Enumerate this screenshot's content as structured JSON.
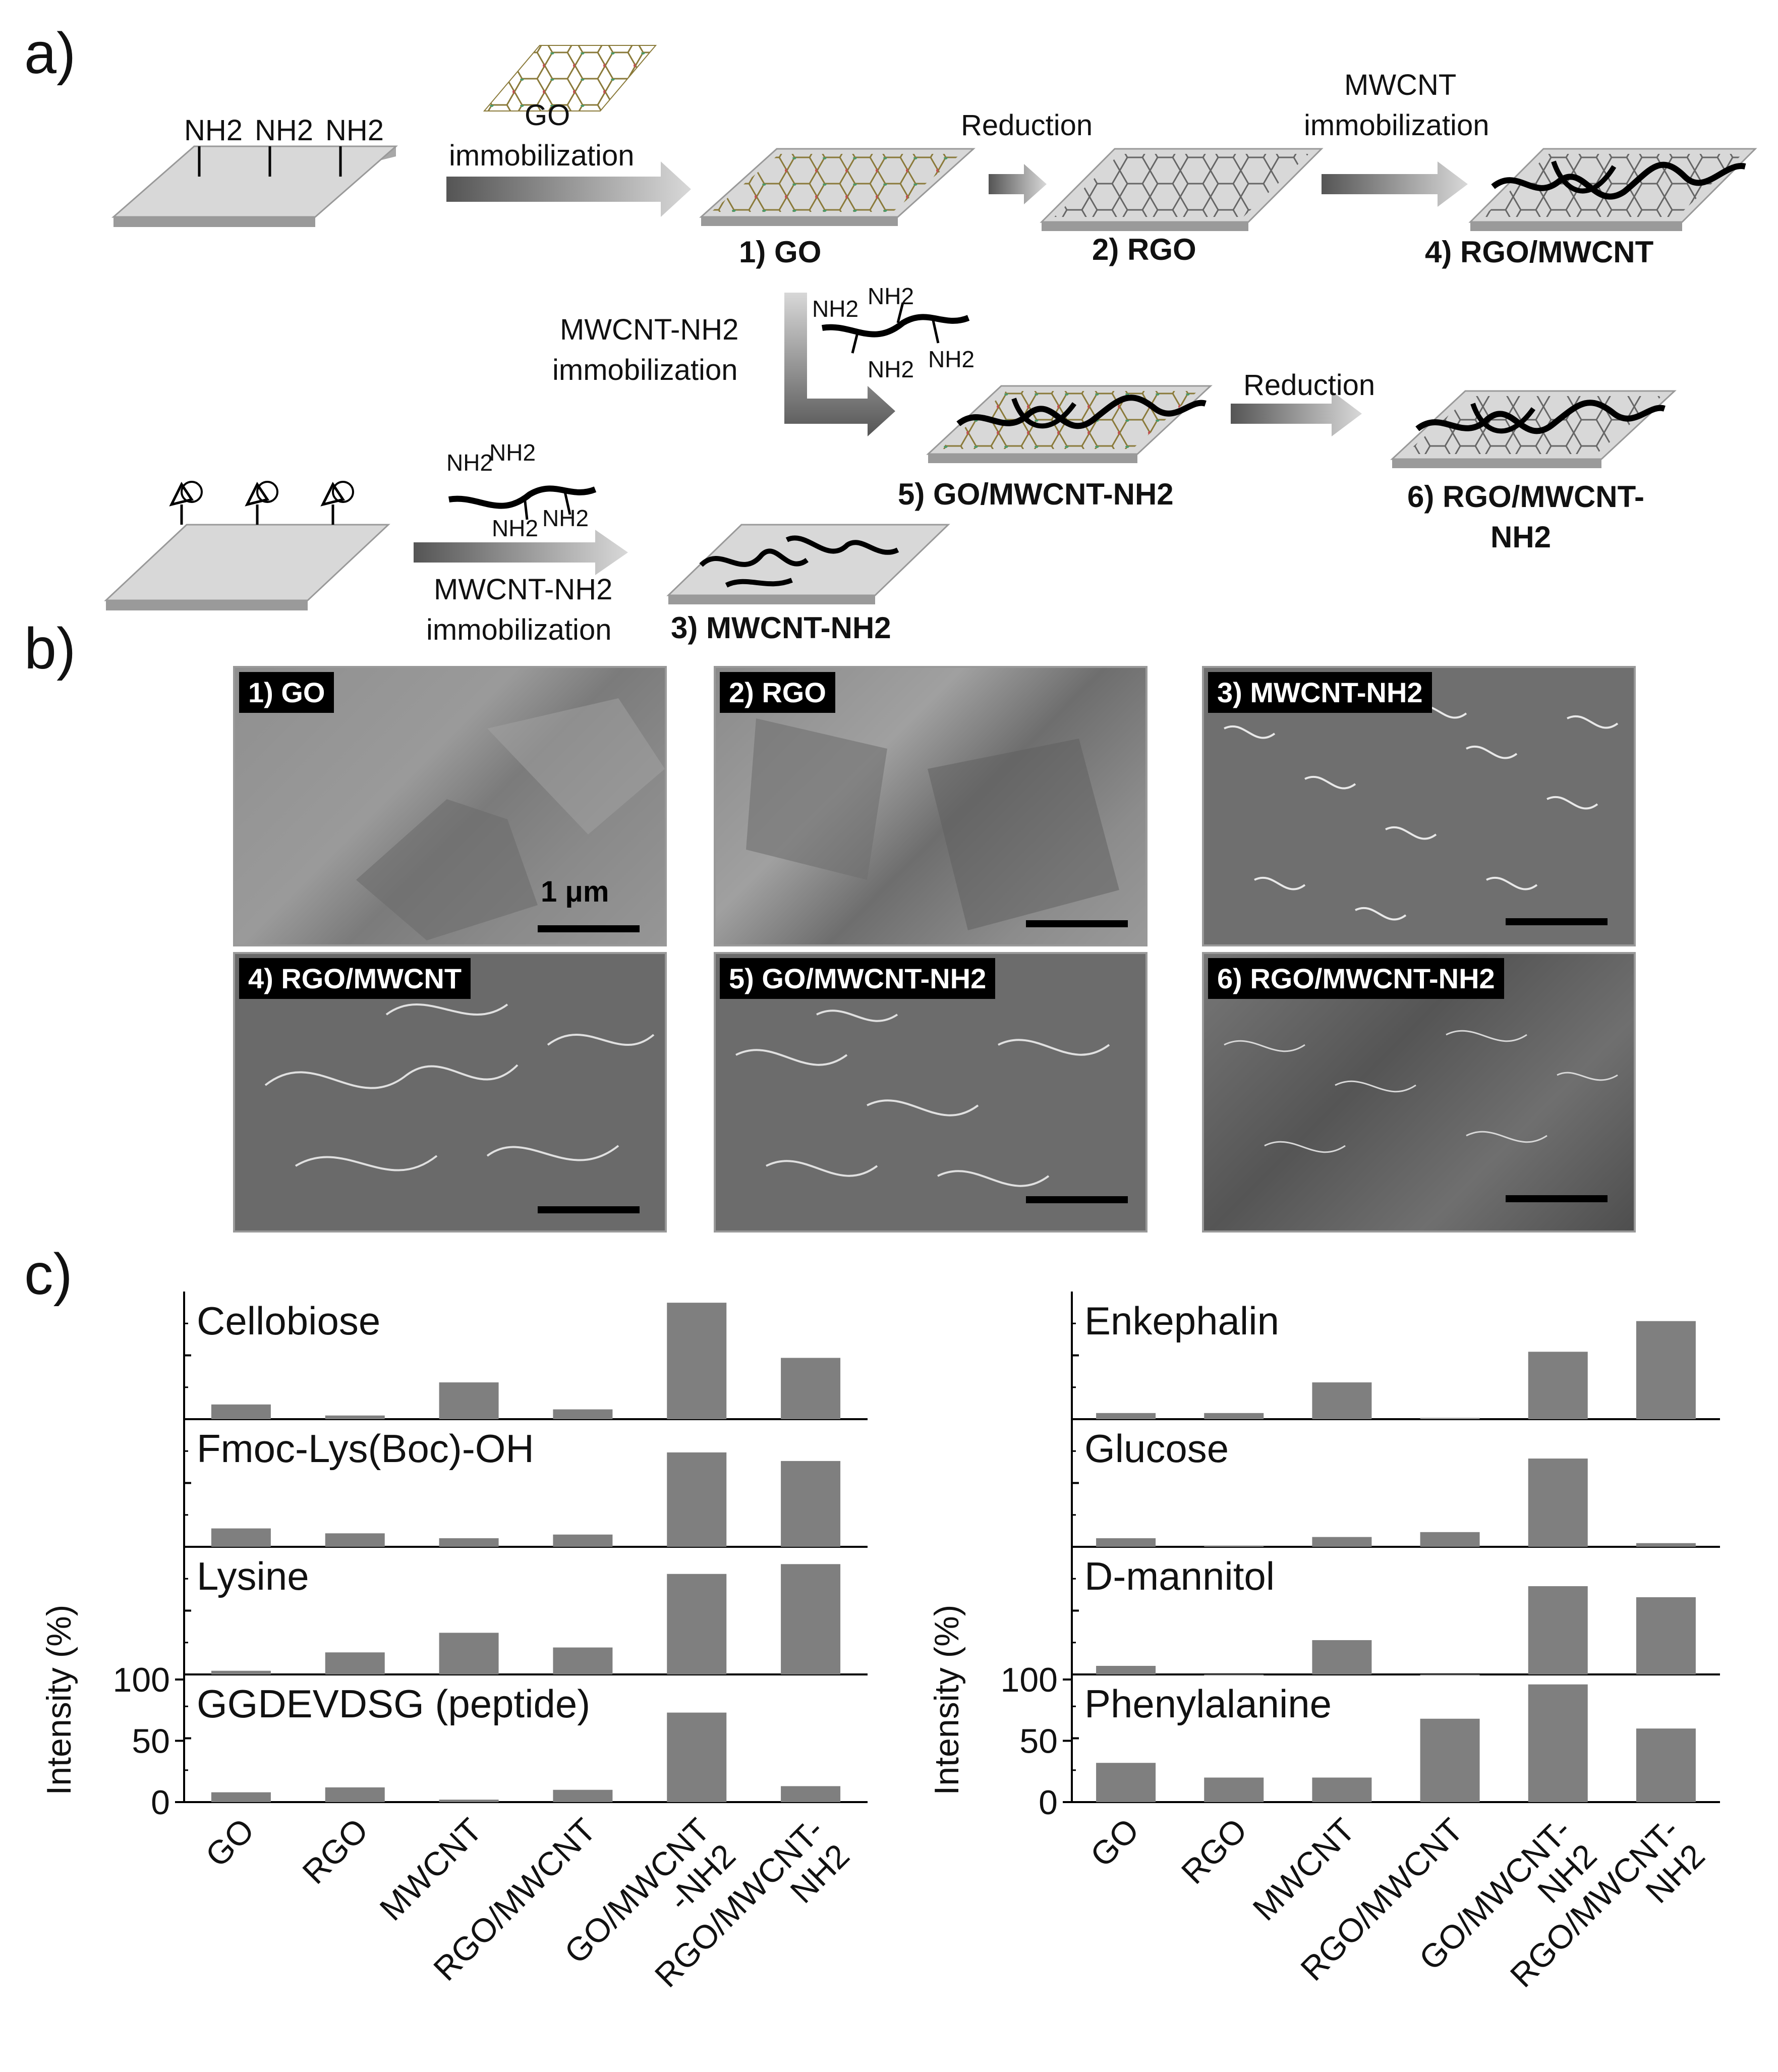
{
  "panel_labels": {
    "a": "a)",
    "b": "b)",
    "c": "c)"
  },
  "scheme": {
    "nh2": "NH2",
    "go_immobilization": [
      "GO",
      "immobilization"
    ],
    "reduction_top": "Reduction",
    "mwcnt_immobilization": [
      "MWCNT",
      "immobilization"
    ],
    "label_go": "1) GO",
    "label_rgo": "2) RGO",
    "label_rgo_mwcnt": "4) RGO/MWCNT",
    "mwcnt_nh2_immobilization_mid": [
      "MWCNT-NH2",
      "immobilization"
    ],
    "reduction_mid": "Reduction",
    "label_go_mwcnt_nh2": "5) GO/MWCNT-NH2",
    "label_rgo_mwcnt_nh2": [
      "6) RGO/MWCNT-",
      "NH2"
    ],
    "mwcnt_nh2_immobilization_bottom": [
      "MWCNT-NH2",
      "immobilization"
    ],
    "label_mwcnt_nh2": "3) MWCNT-NH2"
  },
  "sem_images": [
    {
      "tag": "1) GO",
      "scale": "1 μm"
    },
    {
      "tag": "2) RGO"
    },
    {
      "tag": "3) MWCNT-NH2"
    },
    {
      "tag": "4) RGO/MWCNT"
    },
    {
      "tag": "5) GO/MWCNT-NH2"
    },
    {
      "tag": "6) RGO/MWCNT-NH2"
    }
  ],
  "colors": {
    "bar": "#7f7f7f",
    "surface": "#d0d0d0"
  },
  "chart_data": [
    {
      "type": "bar",
      "ylabel": "Intensity (%)",
      "yticks": [
        0,
        50,
        100
      ],
      "ylim": [
        0,
        100
      ],
      "categories": [
        "GO",
        "RGO",
        "MWCNT",
        "RGO/MWCNT",
        "GO/MWCNT-NH2",
        "RGO/MWCNT-NH2"
      ],
      "category_labels": [
        [
          "GO"
        ],
        [
          "RGO"
        ],
        [
          "MWCNT"
        ],
        [
          "RGO/MWCNT"
        ],
        [
          "GO/MWCNT",
          "-NH2"
        ],
        [
          "RGO/MWCNT-",
          "NH2"
        ]
      ],
      "series": [
        {
          "name": "Cellobiose",
          "values": [
            12,
            3,
            30,
            8,
            95,
            50
          ]
        },
        {
          "name": "Fmoc-Lys(Boc)-OH",
          "values": [
            15,
            11,
            7,
            10,
            77,
            70
          ]
        },
        {
          "name": "Lysine",
          "values": [
            3,
            18,
            34,
            22,
            82,
            90
          ]
        },
        {
          "name": "GGDEVDSG (peptide)",
          "values": [
            8,
            12,
            2,
            10,
            73,
            13
          ]
        }
      ]
    },
    {
      "type": "bar",
      "ylabel": "Intensity (%)",
      "yticks": [
        0,
        50,
        100
      ],
      "ylim": [
        0,
        100
      ],
      "categories": [
        "GO",
        "RGO",
        "MWCNT",
        "RGO/MWCNT",
        "GO/MWCNT-NH2",
        "RGO/MWCNT-NH2"
      ],
      "category_labels": [
        [
          "GO"
        ],
        [
          "RGO"
        ],
        [
          "MWCNT"
        ],
        [
          "RGO/MWCNT"
        ],
        [
          "GO/MWCNT-",
          "NH2"
        ],
        [
          "RGO/MWCNT-",
          "NH2"
        ]
      ],
      "series": [
        {
          "name": "Enkephalin",
          "values": [
            5,
            5,
            30,
            1,
            55,
            80
          ]
        },
        {
          "name": "Glucose",
          "values": [
            7,
            1,
            8,
            12,
            72,
            3
          ]
        },
        {
          "name": "D-mannitol",
          "values": [
            7,
            0,
            28,
            0,
            72,
            63
          ]
        },
        {
          "name": "Phenylalanine",
          "values": [
            32,
            20,
            20,
            68,
            96,
            60
          ]
        }
      ]
    }
  ]
}
